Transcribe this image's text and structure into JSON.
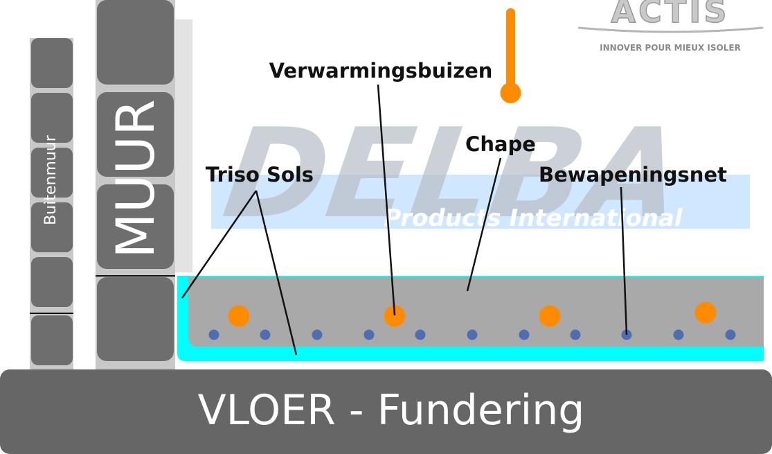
{
  "logo": {
    "brand": "ACTIS",
    "tagline": "INNOVER POUR MIEUX ISOLER"
  },
  "watermark": {
    "brand": "DELBA",
    "subtitle": "Products International"
  },
  "labels": {
    "verwarmingsbuizen": "Verwarmingsbuizen",
    "chape": "Chape",
    "triso_sols": "Triso Sols",
    "bewapeningsnet": "Bewapeningsnet",
    "buitenmuur": "Buitenmuur",
    "muur": "MUUR",
    "vloer": "VLOER - Fundering"
  },
  "colors": {
    "wall_block": "#6e6e6e",
    "wall_mortar": "#c8c8c8",
    "screed": "#a9a9a9",
    "insulation": "#00ffff",
    "heating_pipe": "#ff8c00",
    "mesh_dot": "#4f6db0",
    "floor": "#666666",
    "text": "#111111"
  }
}
